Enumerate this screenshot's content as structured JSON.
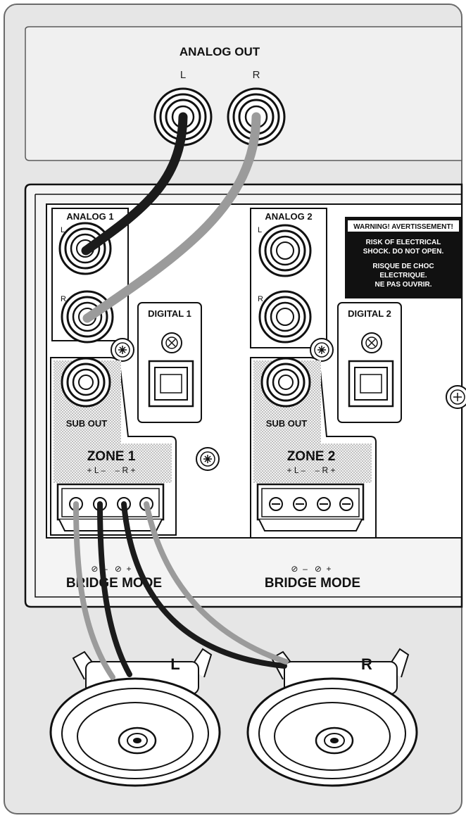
{
  "source": {
    "title": "ANALOG OUT",
    "left_label": "L",
    "right_label": "R"
  },
  "panel": {
    "zones": [
      {
        "analog_label": "ANALOG 1",
        "analog_left": "L",
        "analog_right": "R",
        "digital_label": "DIGITAL 1",
        "sub_out_label": "SUB OUT",
        "zone_label": "ZONE 1",
        "terminal_signs": "+ L –    – R +",
        "bridge_symbols": "⊘  –   ⊘  +",
        "bridge_label": "BRIDGE MODE"
      },
      {
        "analog_label": "ANALOG 2",
        "analog_left": "L",
        "analog_right": "R",
        "digital_label": "DIGITAL 2",
        "sub_out_label": "SUB OUT",
        "zone_label": "ZONE 2",
        "terminal_signs": "+ L –    – R +",
        "bridge_symbols": "⊘  –   ⊘  +",
        "bridge_label": "BRIDGE MODE"
      }
    ],
    "warning": {
      "title": "WARNING! AVERTISSEMENT!",
      "line1": "RISK OF ELECTRICAL",
      "line2": "SHOCK. DO NOT OPEN.",
      "line3": "RISQUE DE CHOC",
      "line4": "ELECTRIQUE.",
      "line5": "NE PAS OUVRIR."
    }
  },
  "speakers": {
    "left_label": "L",
    "right_label": "R"
  },
  "colors": {
    "outline": "#1a1a1a",
    "panel_bg": "#e6e6e6",
    "cable_black": "#1b1b1b",
    "cable_gray": "#9b9b9b",
    "warning_bg": "#111111"
  }
}
